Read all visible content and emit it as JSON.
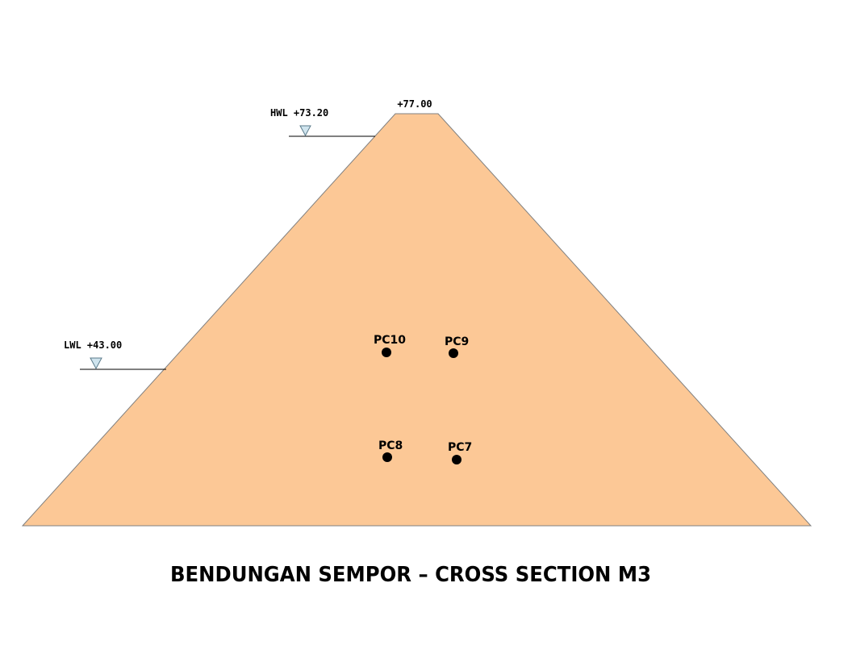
{
  "title": "BENDUNGAN SEMPOR – CROSS SECTION M3",
  "colors": {
    "dam_fill": "#FCC896",
    "dam_outline": "#808080",
    "water_marker_fill": "#CFE4EE",
    "water_marker_stroke": "#5A7A8A",
    "piezometer": "#000000"
  },
  "crest": {
    "label": "+77.00"
  },
  "water_levels": [
    {
      "label": "HWL +73.20"
    },
    {
      "label": "LWL +43.00"
    }
  ],
  "piezometers": [
    {
      "label": "PC10"
    },
    {
      "label": "PC9"
    },
    {
      "label": "PC8"
    },
    {
      "label": "PC7"
    }
  ]
}
